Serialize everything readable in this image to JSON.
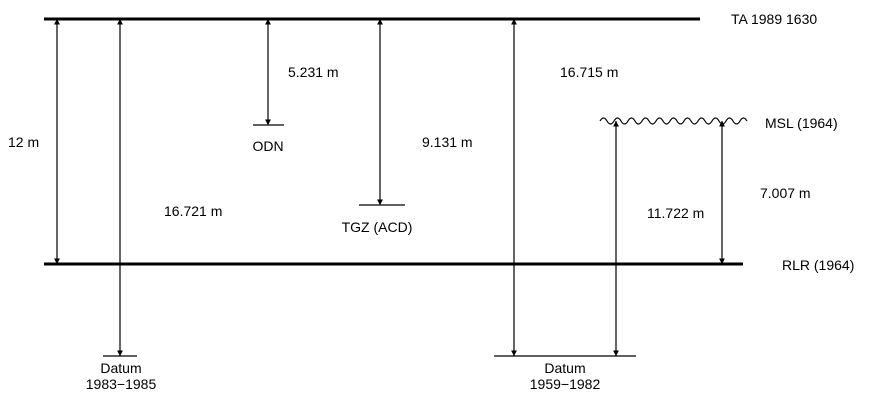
{
  "levels": {
    "ta": "TA 1989 1630",
    "msl": "MSL (1964)",
    "rlr": "RLR (1964)",
    "odn": "ODN",
    "tgz": "TGZ (ACD)"
  },
  "datums": {
    "d1983": {
      "line1": "Datum",
      "line2": "1983−1985"
    },
    "d1959": {
      "line1": "Datum",
      "line2": "1959−1982"
    }
  },
  "distances": {
    "ta_to_rlr": "12 m",
    "ta_to_odn": "5.231 m",
    "ta_to_tgz": "9.131 m",
    "ta_to_datum1983": "16.721 m",
    "ta_to_datum1959": "16.715 m",
    "datum1959_to_msl": "11.722 m",
    "rlr_to_msl": "7.007 m"
  }
}
